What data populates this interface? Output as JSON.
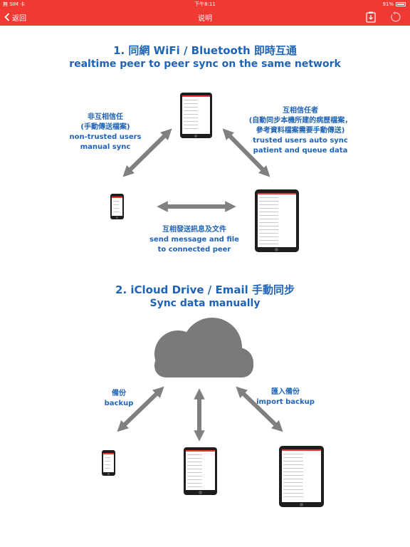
{
  "status_bar": {
    "carrier": "無 SIM 卡",
    "time": "下午8:11",
    "battery": "91%"
  },
  "nav": {
    "back_label": "返回",
    "title": "说明"
  },
  "section1": {
    "title_zh": "1. 同網 WiFi / Bluetooth 即時互通",
    "title_en": "realtime peer to peer sync on the same network",
    "left_caption": [
      "非互相信任",
      "(手動傳送檔案)",
      "non-trusted users",
      "manual sync"
    ],
    "right_caption": [
      "互相信任者",
      "(自動同步本機所建的病歷檔案，",
      "參考資料檔案需要手動傳送)",
      "trusted users auto sync",
      "patient and queue data"
    ],
    "middle_caption": [
      "互相發送訊息及文件",
      "send message and file",
      "to connected peer"
    ]
  },
  "section2": {
    "title_zh": "2. iCloud Drive / Email 手動同步",
    "title_en": "Sync data manually",
    "left_caption": [
      "備份",
      "backup"
    ],
    "right_caption": [
      "匯入備份",
      "import backup"
    ]
  },
  "colors": {
    "accent": "#ee3a33",
    "text_blue": "#1f63b6",
    "arrow_gray": "#808080",
    "cloud_gray": "#7a7a7a"
  },
  "icons": {
    "back": "chevron-left-icon",
    "pdf": "pdf-export-icon",
    "refresh": "refresh-icon",
    "cloud": "cloud-icon"
  }
}
